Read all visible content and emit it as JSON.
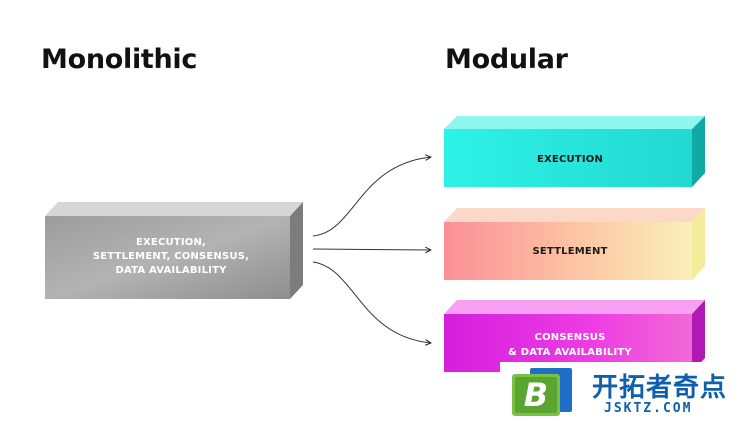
{
  "headings": {
    "left": "Monolithic",
    "right": "Modular"
  },
  "monolithic_box": {
    "lines": [
      "EXECUTION,",
      "SETTLEMENT, CONSENSUS,",
      "DATA AVAILABILITY"
    ]
  },
  "modular_boxes": {
    "execution": "EXECUTION",
    "settlement": "SETTLEMENT",
    "consensus_lines": [
      "CONSENSUS",
      "& DATA AVAILABILITY"
    ]
  },
  "watermark": {
    "chinese": "开拓者奇点",
    "domain": "JSKTZ.COM",
    "logo_letter": "B"
  },
  "colors": {
    "execution": "#2ee6dc",
    "settlement": "#f9a89a",
    "consensus": "#e62ee6",
    "monolithic": "#a9a9a9",
    "watermark_blue": "#0f5fae"
  }
}
